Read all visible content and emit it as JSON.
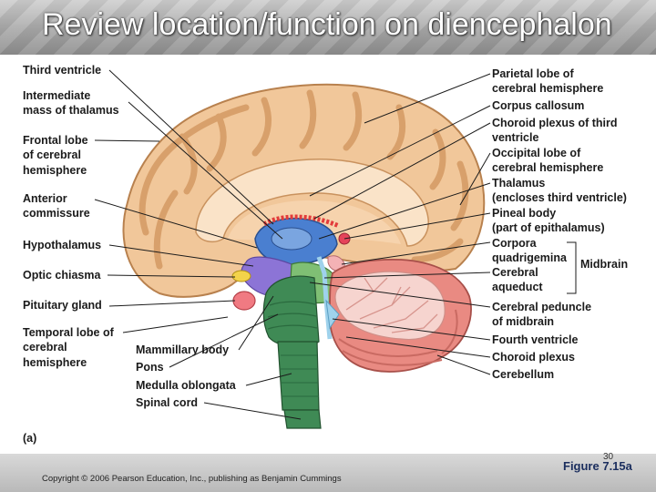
{
  "slide": {
    "title": "Review location/function on diencephalon",
    "copyright": "Copyright © 2006 Pearson Education, Inc., publishing as Benjamin Cummings",
    "figure_ref": "Figure 7.15a",
    "page_number": "30"
  },
  "figure": {
    "panel_label": "(a)",
    "left_labels": [
      "Third ventricle",
      "Intermediate",
      "mass of thalamus",
      "Frontal lobe",
      "of cerebral",
      "hemisphere",
      "Anterior",
      "commissure",
      "Hypothalamus",
      "Optic chiasma",
      "Pituitary gland",
      "Temporal lobe of",
      "cerebral",
      "hemisphere"
    ],
    "bottom_labels": [
      "Mammillary body",
      "Pons",
      "Medulla oblongata",
      "Spinal cord"
    ],
    "right_labels": [
      "Parietal lobe of",
      "cerebral hemisphere",
      "Corpus callosum",
      "Choroid plexus of third",
      "ventricle",
      "Occipital lobe of",
      "cerebral hemisphere",
      "Thalamus",
      "(encloses third ventricle)",
      "Pineal body",
      "(part of epithalamus)",
      "Corpora",
      "quadrigemina",
      "Cerebral",
      "aqueduct",
      "Cerebral peduncle",
      "of midbrain",
      "Fourth ventricle",
      "Choroid plexus",
      "Cerebellum"
    ],
    "bracket_label": "Midbrain"
  }
}
